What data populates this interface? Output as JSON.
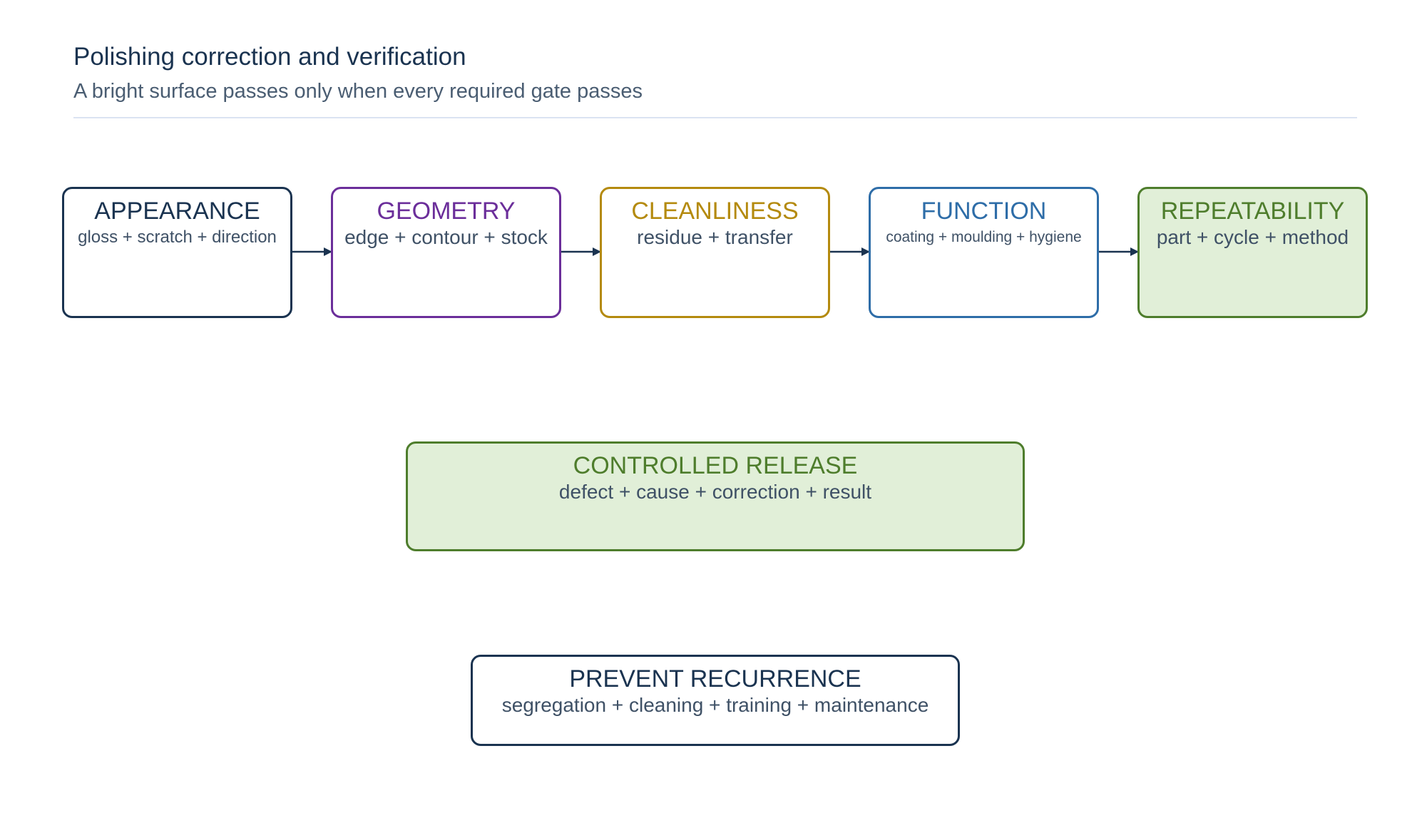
{
  "header": {
    "title": "Polishing correction and verification",
    "subtitle": "A bright surface passes only when every required gate passes"
  },
  "gates": [
    {
      "label": "APPEARANCE",
      "detail": "gloss + scratch + direction",
      "color": "#1a3350",
      "fill": "#ffffff"
    },
    {
      "label": "GEOMETRY",
      "detail": "edge + contour + stock",
      "color": "#6b2e9a",
      "fill": "#ffffff"
    },
    {
      "label": "CLEANLINESS",
      "detail": "residue + transfer",
      "color": "#b48a0e",
      "fill": "#ffffff"
    },
    {
      "label": "FUNCTION",
      "detail": "coating + moulding + hygiene",
      "color": "#2e6da8",
      "fill": "#ffffff"
    },
    {
      "label": "REPEATABILITY",
      "detail": "part + cycle + method",
      "color": "#4e7d2c",
      "fill": "#e1efd8"
    }
  ],
  "release": {
    "label": "CONTROLLED RELEASE",
    "detail": "defect + cause + correction + result",
    "color": "#4e7d2c",
    "fill": "#e1efd8"
  },
  "prevent": {
    "label": "PREVENT RECURRENCE",
    "detail": "segregation + cleaning + training + maintenance",
    "color": "#1a3350",
    "fill": "#ffffff"
  },
  "colors": {
    "connector": "#1a3350",
    "rule": "#dbe3f2"
  }
}
